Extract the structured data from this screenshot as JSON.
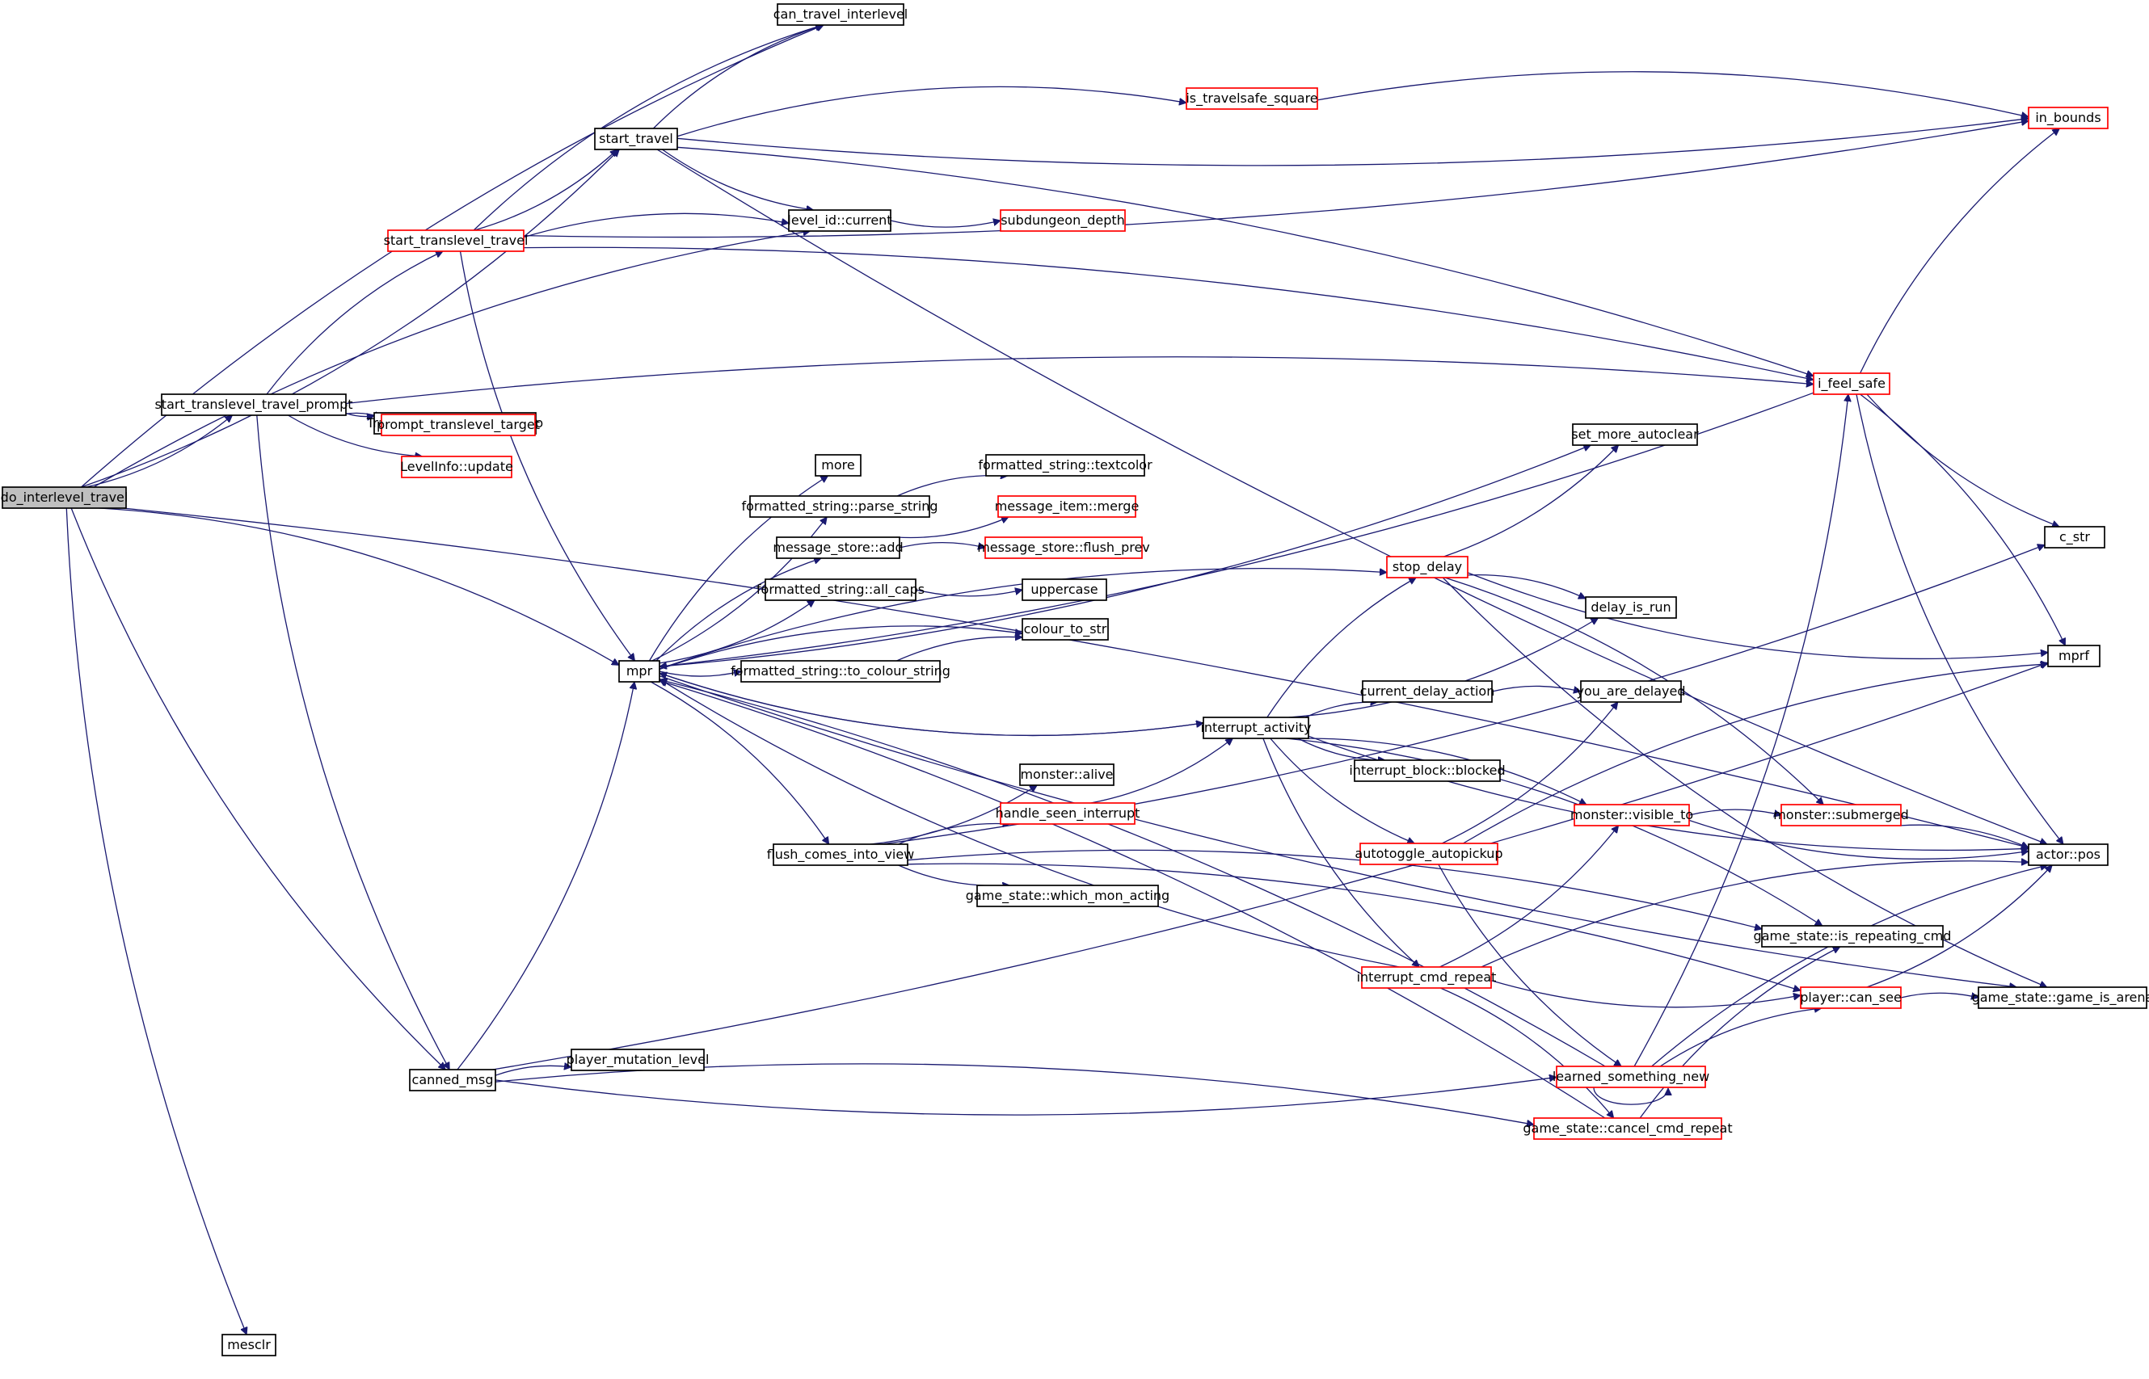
{
  "graph": {
    "type": "call-graph",
    "colors": {
      "edge": "#191970",
      "root_fill": "#bfbfbf",
      "root_border": "#000000",
      "node_fill": "#ffffff",
      "node_border": "#000000",
      "truncated_border": "#ff0000",
      "label": "#000000"
    },
    "nodes": [
      {
        "id": "do_interlevel_travel",
        "label": "do_interlevel_travel",
        "kind": "root"
      },
      {
        "id": "can_travel_interlevel",
        "label": "can_travel_interlevel",
        "kind": "normal"
      },
      {
        "id": "start_travel",
        "label": "start_travel",
        "kind": "normal"
      },
      {
        "id": "is_travelsafe_square",
        "label": "is_travelsafe_square",
        "kind": "truncated"
      },
      {
        "id": "in_bounds",
        "label": "in_bounds",
        "kind": "truncated"
      },
      {
        "id": "level_id_current",
        "label": "level_id::current",
        "kind": "normal"
      },
      {
        "id": "subdungeon_depth",
        "label": "subdungeon_depth",
        "kind": "truncated"
      },
      {
        "id": "start_translevel_travel",
        "label": "start_translevel_travel",
        "kind": "truncated"
      },
      {
        "id": "start_translevel_travel_prompt",
        "label": "start_translevel_travel_prompt",
        "kind": "normal"
      },
      {
        "id": "travelcache_get_level_info",
        "label": "TravelCache::get_level_info",
        "kind": "normal"
      },
      {
        "id": "prompt_translevel_target",
        "label": "prompt_translevel_target",
        "kind": "truncated"
      },
      {
        "id": "levelinfo_update",
        "label": "LevelInfo::update",
        "kind": "truncated"
      },
      {
        "id": "i_feel_safe",
        "label": "i_feel_safe",
        "kind": "truncated"
      },
      {
        "id": "set_more_autoclear",
        "label": "set_more_autoclear",
        "kind": "normal"
      },
      {
        "id": "more",
        "label": "more",
        "kind": "normal"
      },
      {
        "id": "fs_textcolor",
        "label": "formatted_string::textcolor",
        "kind": "normal"
      },
      {
        "id": "fs_parse_string",
        "label": "formatted_string::parse_string",
        "kind": "normal"
      },
      {
        "id": "message_item_merge",
        "label": "message_item::merge",
        "kind": "truncated"
      },
      {
        "id": "message_store_add",
        "label": "message_store::add",
        "kind": "normal"
      },
      {
        "id": "message_store_flush_prev",
        "label": "message_store::flush_prev",
        "kind": "truncated"
      },
      {
        "id": "c_str",
        "label": "c_str",
        "kind": "normal"
      },
      {
        "id": "stop_delay",
        "label": "stop_delay",
        "kind": "truncated"
      },
      {
        "id": "fs_all_caps",
        "label": "formatted_string::all_caps",
        "kind": "normal"
      },
      {
        "id": "uppercase",
        "label": "uppercase",
        "kind": "normal"
      },
      {
        "id": "delay_is_run",
        "label": "delay_is_run",
        "kind": "normal"
      },
      {
        "id": "colour_to_str",
        "label": "colour_to_str",
        "kind": "normal"
      },
      {
        "id": "mpr",
        "label": "mpr",
        "kind": "normal"
      },
      {
        "id": "fs_to_colour_string",
        "label": "formatted_string::to_colour_string",
        "kind": "normal"
      },
      {
        "id": "mprf",
        "label": "mprf",
        "kind": "normal"
      },
      {
        "id": "current_delay_action",
        "label": "current_delay_action",
        "kind": "normal"
      },
      {
        "id": "you_are_delayed",
        "label": "you_are_delayed",
        "kind": "normal"
      },
      {
        "id": "interrupt_activity",
        "label": "interrupt_activity",
        "kind": "normal"
      },
      {
        "id": "monster_alive",
        "label": "monster::alive",
        "kind": "normal"
      },
      {
        "id": "interrupt_block_blocked",
        "label": "interrupt_block::blocked",
        "kind": "normal"
      },
      {
        "id": "handle_seen_interrupt",
        "label": "handle_seen_interrupt",
        "kind": "truncated"
      },
      {
        "id": "monster_visible_to",
        "label": "monster::visible_to",
        "kind": "truncated"
      },
      {
        "id": "monster_submerged",
        "label": "monster::submerged",
        "kind": "truncated"
      },
      {
        "id": "flush_comes_into_view",
        "label": "flush_comes_into_view",
        "kind": "normal"
      },
      {
        "id": "autotoggle_autopickup",
        "label": "autotoggle_autopickup",
        "kind": "truncated"
      },
      {
        "id": "actor_pos",
        "label": "actor::pos",
        "kind": "normal"
      },
      {
        "id": "gs_which_mon_acting",
        "label": "game_state::which_mon_acting",
        "kind": "normal"
      },
      {
        "id": "gs_is_repeating_cmd",
        "label": "game_state::is_repeating_cmd",
        "kind": "normal"
      },
      {
        "id": "interrupt_cmd_repeat",
        "label": "interrupt_cmd_repeat",
        "kind": "truncated"
      },
      {
        "id": "player_can_see",
        "label": "player::can_see",
        "kind": "truncated"
      },
      {
        "id": "gs_game_is_arena",
        "label": "game_state::game_is_arena",
        "kind": "normal"
      },
      {
        "id": "player_mutation_level",
        "label": "player_mutation_level",
        "kind": "normal"
      },
      {
        "id": "canned_msg",
        "label": "canned_msg",
        "kind": "normal"
      },
      {
        "id": "learned_something_new",
        "label": "learned_something_new",
        "kind": "truncated"
      },
      {
        "id": "gs_cancel_cmd_repeat",
        "label": "game_state::cancel_cmd_repeat",
        "kind": "truncated"
      },
      {
        "id": "mesclr",
        "label": "mesclr",
        "kind": "normal"
      }
    ],
    "edges": [
      [
        "do_interlevel_travel",
        "can_travel_interlevel"
      ],
      [
        "do_interlevel_travel",
        "start_travel"
      ],
      [
        "do_interlevel_travel",
        "level_id_current"
      ],
      [
        "do_interlevel_travel",
        "start_translevel_travel_prompt"
      ],
      [
        "do_interlevel_travel",
        "mpr"
      ],
      [
        "do_interlevel_travel",
        "canned_msg"
      ],
      [
        "do_interlevel_travel",
        "actor_pos"
      ],
      [
        "do_interlevel_travel",
        "mesclr"
      ],
      [
        "start_travel",
        "can_travel_interlevel"
      ],
      [
        "start_travel",
        "in_bounds"
      ],
      [
        "start_travel",
        "is_travelsafe_square"
      ],
      [
        "start_travel",
        "level_id_current"
      ],
      [
        "start_travel",
        "i_feel_safe"
      ],
      [
        "start_travel",
        "actor_pos"
      ],
      [
        "is_travelsafe_square",
        "in_bounds"
      ],
      [
        "level_id_current",
        "subdungeon_depth"
      ],
      [
        "start_translevel_travel",
        "can_travel_interlevel"
      ],
      [
        "start_translevel_travel",
        "start_travel"
      ],
      [
        "start_translevel_travel",
        "level_id_current"
      ],
      [
        "start_translevel_travel",
        "in_bounds"
      ],
      [
        "start_translevel_travel",
        "i_feel_safe"
      ],
      [
        "start_translevel_travel",
        "mpr"
      ],
      [
        "start_translevel_travel_prompt",
        "start_translevel_travel"
      ],
      [
        "start_translevel_travel_prompt",
        "travelcache_get_level_info"
      ],
      [
        "start_translevel_travel_prompt",
        "prompt_translevel_target"
      ],
      [
        "start_translevel_travel_prompt",
        "levelinfo_update"
      ],
      [
        "start_translevel_travel_prompt",
        "i_feel_safe"
      ],
      [
        "start_translevel_travel_prompt",
        "canned_msg"
      ],
      [
        "i_feel_safe",
        "in_bounds"
      ],
      [
        "i_feel_safe",
        "c_str"
      ],
      [
        "i_feel_safe",
        "mprf"
      ],
      [
        "i_feel_safe",
        "actor_pos"
      ],
      [
        "i_feel_safe",
        "mpr"
      ],
      [
        "mpr",
        "set_more_autoclear"
      ],
      [
        "mpr",
        "more"
      ],
      [
        "mpr",
        "fs_parse_string"
      ],
      [
        "mpr",
        "message_store_add"
      ],
      [
        "mpr",
        "fs_all_caps"
      ],
      [
        "mpr",
        "colour_to_str"
      ],
      [
        "mpr",
        "fs_to_colour_string"
      ],
      [
        "mpr",
        "flush_comes_into_view"
      ],
      [
        "mpr",
        "interrupt_activity"
      ],
      [
        "mpr",
        "stop_delay"
      ],
      [
        "mpr",
        "gs_game_is_arena"
      ],
      [
        "fs_parse_string",
        "fs_textcolor"
      ],
      [
        "message_store_add",
        "message_item_merge"
      ],
      [
        "message_store_add",
        "message_store_flush_prev"
      ],
      [
        "fs_all_caps",
        "uppercase"
      ],
      [
        "fs_to_colour_string",
        "colour_to_str"
      ],
      [
        "stop_delay",
        "set_more_autoclear"
      ],
      [
        "stop_delay",
        "delay_is_run"
      ],
      [
        "stop_delay",
        "mprf"
      ],
      [
        "stop_delay",
        "monster_submerged"
      ],
      [
        "stop_delay",
        "gs_game_is_arena"
      ],
      [
        "interrupt_activity",
        "stop_delay"
      ],
      [
        "interrupt_activity",
        "delay_is_run"
      ],
      [
        "interrupt_activity",
        "current_delay_action"
      ],
      [
        "interrupt_activity",
        "interrupt_block_blocked"
      ],
      [
        "interrupt_activity",
        "mpr"
      ],
      [
        "interrupt_activity",
        "autotoggle_autopickup"
      ],
      [
        "interrupt_activity",
        "monster_visible_to"
      ],
      [
        "interrupt_activity",
        "interrupt_cmd_repeat"
      ],
      [
        "interrupt_activity",
        "gs_is_repeating_cmd"
      ],
      [
        "interrupt_activity",
        "actor_pos"
      ],
      [
        "current_delay_action",
        "you_are_delayed"
      ],
      [
        "flush_comes_into_view",
        "monster_alive"
      ],
      [
        "flush_comes_into_view",
        "handle_seen_interrupt"
      ],
      [
        "flush_comes_into_view",
        "gs_which_mon_acting"
      ],
      [
        "flush_comes_into_view",
        "gs_is_repeating_cmd"
      ],
      [
        "flush_comes_into_view",
        "c_str"
      ],
      [
        "flush_comes_into_view",
        "player_can_see"
      ],
      [
        "handle_seen_interrupt",
        "interrupt_activity"
      ],
      [
        "monster_visible_to",
        "monster_submerged"
      ],
      [
        "monster_visible_to",
        "actor_pos"
      ],
      [
        "monster_submerged",
        "actor_pos"
      ],
      [
        "autotoggle_autopickup",
        "you_are_delayed"
      ],
      [
        "autotoggle_autopickup",
        "mprf"
      ],
      [
        "autotoggle_autopickup",
        "learned_something_new"
      ],
      [
        "interrupt_cmd_repeat",
        "mpr"
      ],
      [
        "interrupt_cmd_repeat",
        "monster_visible_to"
      ],
      [
        "interrupt_cmd_repeat",
        "actor_pos"
      ],
      [
        "interrupt_cmd_repeat",
        "player_can_see"
      ],
      [
        "interrupt_cmd_repeat",
        "gs_cancel_cmd_repeat"
      ],
      [
        "player_can_see",
        "actor_pos"
      ],
      [
        "player_can_see",
        "gs_game_is_arena"
      ],
      [
        "canned_msg",
        "mpr"
      ],
      [
        "canned_msg",
        "player_mutation_level"
      ],
      [
        "canned_msg",
        "learned_something_new"
      ],
      [
        "canned_msg",
        "gs_cancel_cmd_repeat"
      ],
      [
        "canned_msg",
        "mprf"
      ],
      [
        "learned_something_new",
        "learned_something_new"
      ],
      [
        "learned_something_new",
        "i_feel_safe"
      ],
      [
        "learned_something_new",
        "player_can_see"
      ],
      [
        "learned_something_new",
        "mpr"
      ],
      [
        "learned_something_new",
        "actor_pos"
      ],
      [
        "gs_cancel_cmd_repeat",
        "mpr"
      ],
      [
        "gs_cancel_cmd_repeat",
        "gs_is_repeating_cmd"
      ]
    ]
  }
}
